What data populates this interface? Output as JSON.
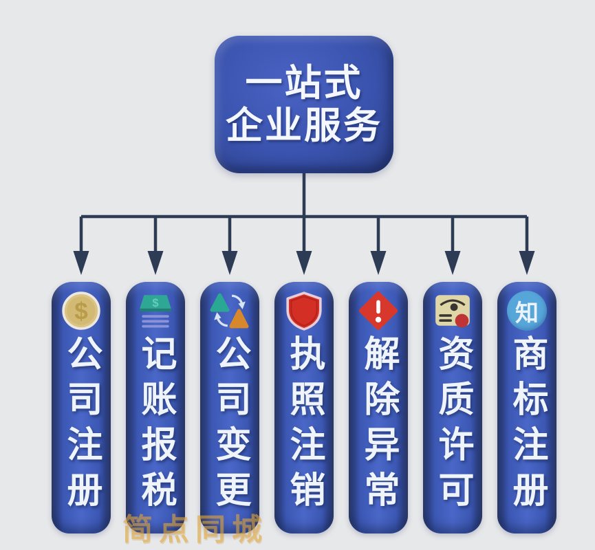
{
  "header": {
    "title_line1": "一站式",
    "title_line2": "企业服务"
  },
  "services": [
    {
      "label": "公司注册",
      "icon": "coin-dollar-icon",
      "icon_char": "$"
    },
    {
      "label": "记账报税",
      "icon": "money-stack-icon",
      "icon_char": "$"
    },
    {
      "label": "公司变更",
      "icon": "swap-arrows-icon"
    },
    {
      "label": "执照注销",
      "icon": "shield-icon"
    },
    {
      "label": "解除异常",
      "icon": "alert-diamond-icon"
    },
    {
      "label": "资质许可",
      "icon": "certificate-icon"
    },
    {
      "label": "商标注册",
      "icon": "trademark-circle-icon",
      "icon_char": "知"
    }
  ],
  "watermark": {
    "text": "简点同城"
  },
  "colors": {
    "background": "#e7e8ea",
    "box_blue": "#3a53ae",
    "pill_blue_light": "#4a67c8",
    "pill_blue_dark": "#233268",
    "connector": "#2e3b54",
    "label_text": "#eff4fb",
    "watermark_gold": "#dfa53a",
    "coin_gold": "#d9c386",
    "money_teal": "#2fa795",
    "shield_red": "#d42f25",
    "alert_red": "#d8382b",
    "certificate_cream": "#ded6a6",
    "trademark_blue": "#57a6da"
  }
}
